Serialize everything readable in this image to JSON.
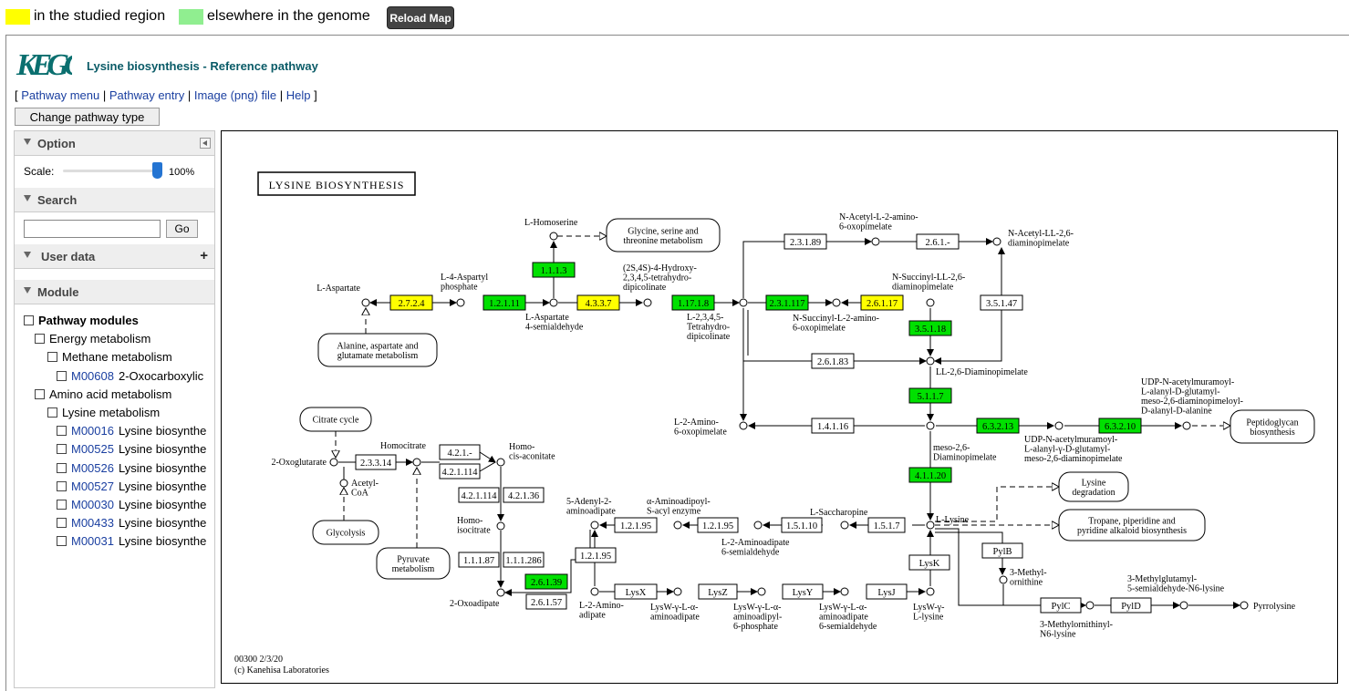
{
  "legend": {
    "yellow_label": "in the studied region",
    "green_label": "elsewhere in the genome",
    "yellow_color": "#ffff00",
    "green_color": "#90ee90",
    "reload_label": "Reload Map"
  },
  "header": {
    "logo_text": "KEGG",
    "title": "Lysine biosynthesis - Reference pathway",
    "links": [
      "Pathway menu",
      "Pathway entry",
      "Image (png) file",
      "Help"
    ],
    "change_type_label": "Change pathway type"
  },
  "sidebar": {
    "option_label": "Option",
    "scale_label": "Scale:",
    "scale_value": "100%",
    "scale_fraction": 1.0,
    "search_label": "Search",
    "search_value": "",
    "go_label": "Go",
    "userdata_label": "User data",
    "module_label": "Module",
    "tree": [
      {
        "level": 0,
        "label": "Pathway modules",
        "bold": true
      },
      {
        "level": 1,
        "label": "Energy metabolism"
      },
      {
        "level": 2,
        "label": "Methane metabolism"
      },
      {
        "level": 3,
        "id": "M00608",
        "label": "2-Oxocarboxylic"
      },
      {
        "level": 1,
        "label": "Amino acid metabolism"
      },
      {
        "level": 2,
        "label": "Lysine metabolism"
      },
      {
        "level": 3,
        "id": "M00016",
        "label": "Lysine biosynthe"
      },
      {
        "level": 3,
        "id": "M00525",
        "label": "Lysine biosynthe"
      },
      {
        "level": 3,
        "id": "M00526",
        "label": "Lysine biosynthe"
      },
      {
        "level": 3,
        "id": "M00527",
        "label": "Lysine biosynthe"
      },
      {
        "level": 3,
        "id": "M00030",
        "label": "Lysine biosynthe"
      },
      {
        "level": 3,
        "id": "M00433",
        "label": "Lysine biosynthe"
      },
      {
        "level": 3,
        "id": "M00031",
        "label": "Lysine biosynthe"
      }
    ]
  },
  "map": {
    "title": "LYSINE BIOSYNTHESIS",
    "footer_id": "00300 2/3/20",
    "footer_copy": "(c) Kanehisa Laboratories",
    "colors": {
      "yellow": "#ffff00",
      "green": "#00e000",
      "white": "#ffffff"
    },
    "enzymes": [
      {
        "label": "2.7.2.4",
        "color": "yellow"
      },
      {
        "label": "1.2.1.11",
        "color": "green"
      },
      {
        "label": "1.1.1.3",
        "color": "green"
      },
      {
        "label": "4.3.3.7",
        "color": "yellow"
      },
      {
        "label": "1.17.1.8",
        "color": "green"
      },
      {
        "label": "2.3.1.117",
        "color": "green"
      },
      {
        "label": "2.6.1.17",
        "color": "yellow"
      },
      {
        "label": "3.5.1.18",
        "color": "green"
      },
      {
        "label": "5.1.1.7",
        "color": "green"
      },
      {
        "label": "6.3.2.13",
        "color": "green"
      },
      {
        "label": "6.3.2.10",
        "color": "green"
      },
      {
        "label": "4.1.1.20",
        "color": "green"
      },
      {
        "label": "2.6.1.39",
        "color": "green"
      },
      {
        "label": "2.3.1.89",
        "color": "white"
      },
      {
        "label": "2.6.1.-",
        "color": "white"
      },
      {
        "label": "3.5.1.47",
        "color": "white"
      },
      {
        "label": "2.6.1.83",
        "color": "white"
      },
      {
        "label": "1.4.1.16",
        "color": "white"
      },
      {
        "label": "2.3.3.14",
        "color": "white"
      },
      {
        "label": "4.2.1.-",
        "color": "white"
      },
      {
        "label": "4.2.1.114",
        "color": "white"
      },
      {
        "label": "4.2.1.114",
        "color": "white"
      },
      {
        "label": "4.2.1.36",
        "color": "white"
      },
      {
        "label": "1.1.1.87",
        "color": "white"
      },
      {
        "label": "1.1.1.286",
        "color": "white"
      },
      {
        "label": "2.6.1.57",
        "color": "white"
      },
      {
        "label": "1.2.1.95",
        "color": "white"
      },
      {
        "label": "1.2.1.95",
        "color": "white"
      },
      {
        "label": "1.2.1.95",
        "color": "white"
      },
      {
        "label": "1.5.1.10",
        "color": "white"
      },
      {
        "label": "1.5.1.7",
        "color": "white"
      },
      {
        "label": "LysX",
        "color": "white"
      },
      {
        "label": "LysZ",
        "color": "white"
      },
      {
        "label": "LysY",
        "color": "white"
      },
      {
        "label": "LysJ",
        "color": "white"
      },
      {
        "label": "LysK",
        "color": "white"
      },
      {
        "label": "PylB",
        "color": "white"
      },
      {
        "label": "PylC",
        "color": "white"
      },
      {
        "label": "PylD",
        "color": "white"
      }
    ],
    "maps": [
      {
        "lines": [
          "Glycine, serine and",
          "threonine metabolism"
        ]
      },
      {
        "lines": [
          "Alanine, aspartate and",
          "glutamate metabolism"
        ]
      },
      {
        "lines": [
          "Citrate cycle"
        ]
      },
      {
        "lines": [
          "Glycolysis"
        ]
      },
      {
        "lines": [
          "Pyruvate",
          "metabolism"
        ]
      },
      {
        "lines": [
          "Peptidoglycan",
          "biosynthesis"
        ]
      },
      {
        "lines": [
          "Lysine",
          "degradation"
        ]
      },
      {
        "lines": [
          "Tropane, piperidine and",
          "pyridine alkaloid biosynthesis"
        ]
      }
    ],
    "compounds": [
      {
        "lines": [
          "L-Aspartate"
        ]
      },
      {
        "lines": [
          "L-4-Aspartyl",
          "phosphate"
        ]
      },
      {
        "lines": [
          "L-Homoserine"
        ]
      },
      {
        "lines": [
          "L-Aspartate",
          "4-semialdehyde"
        ]
      },
      {
        "lines": [
          "(2S,4S)-4-Hydroxy-",
          "2,3,4,5-tetrahydro-",
          "dipicolinate"
        ]
      },
      {
        "lines": [
          "L-2,3,4,5-",
          "Tetrahydro-",
          "dipicolinate"
        ]
      },
      {
        "lines": [
          "N-Acetyl-L-2-amino-",
          "6-oxopimelate"
        ]
      },
      {
        "lines": [
          "N-Acetyl-LL-2,6-",
          "diaminopimelate"
        ]
      },
      {
        "lines": [
          "N-Succinyl-LL-2,6-",
          "diaminopimelate"
        ]
      },
      {
        "lines": [
          "N-Succinyl-L-2-amino-",
          "6-oxopimelate"
        ]
      },
      {
        "lines": [
          "LL-2,6-Diaminopimelate"
        ]
      },
      {
        "lines": [
          "L-2-Amino-",
          "6-oxopimelate"
        ]
      },
      {
        "lines": [
          "meso-2,6-",
          "Diaminopimelate"
        ]
      },
      {
        "lines": [
          "UDP-N-acetylmuramoyl-",
          "L-alanyl-D-glutamyl-",
          "meso-2,6-diaminopimeloyl-",
          "D-alanyl-D-alanine"
        ]
      },
      {
        "lines": [
          "UDP-N-acetylmuramoyl-",
          "L-alanyl-γ-D-glutamyl-",
          "meso-2,6-diaminopimelate"
        ]
      },
      {
        "lines": [
          "2-Oxoglutarate"
        ]
      },
      {
        "lines": [
          "Homocitrate"
        ]
      },
      {
        "lines": [
          "Homo-",
          "cis-aconitate"
        ]
      },
      {
        "lines": [
          "Acetyl-",
          "CoA"
        ]
      },
      {
        "lines": [
          "Homo-",
          "isocitrate"
        ]
      },
      {
        "lines": [
          "2-Oxoadipate"
        ]
      },
      {
        "lines": [
          "5-Adenyl-2-",
          "aminoadipate"
        ]
      },
      {
        "lines": [
          "α-Aminoadipoyl-",
          "S-acyl enzyme"
        ]
      },
      {
        "lines": [
          "L-2-Aminoadipate",
          "6-semialdehyde"
        ]
      },
      {
        "lines": [
          "L-Saccharopine"
        ]
      },
      {
        "lines": [
          "L-Lysine"
        ]
      },
      {
        "lines": [
          "L-2-Amino-",
          "adipate"
        ]
      },
      {
        "lines": [
          "LysW-γ-L-α-",
          "aminoadipate"
        ]
      },
      {
        "lines": [
          "LysW-γ-L-α-",
          "aminoadipyl-",
          "6-phosphate"
        ]
      },
      {
        "lines": [
          "LysW-γ-L-α-",
          "aminoadipate",
          "6-semialdehyde"
        ]
      },
      {
        "lines": [
          "LysW-γ-",
          "L-lysine"
        ]
      },
      {
        "lines": [
          "3-Methyl-",
          "ornithine"
        ]
      },
      {
        "lines": [
          "3-Methylornithinyl-",
          "N6-lysine"
        ]
      },
      {
        "lines": [
          "3-Methylglutamyl-",
          "5-semialdehyde-N6-lysine"
        ]
      },
      {
        "lines": [
          "Pyrrolysine"
        ]
      }
    ]
  }
}
